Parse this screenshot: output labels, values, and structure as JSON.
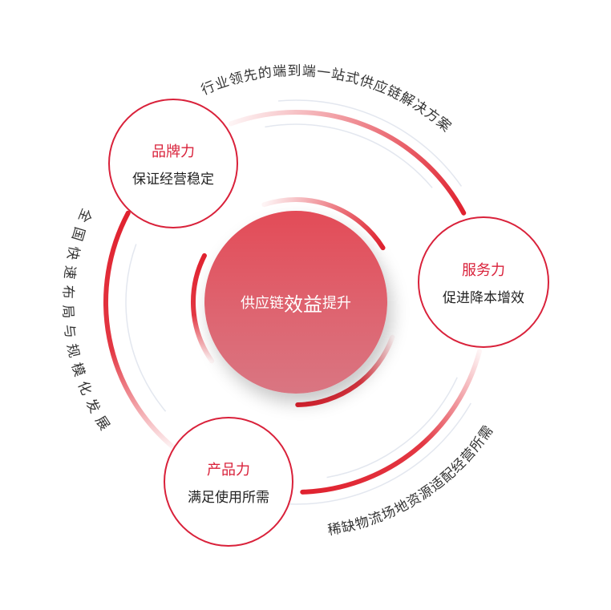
{
  "center": {
    "pre": "供应链",
    "emphasis": "效益",
    "post": "提升"
  },
  "nodes": [
    {
      "title": "品牌力",
      "subtitle": "保证经营稳定"
    },
    {
      "title": "服务力",
      "subtitle": "促进降本增效"
    },
    {
      "title": "产品力",
      "subtitle": "满足使用所需"
    }
  ],
  "arc_texts": {
    "top": "行业领先的端到端一站式供应链解决方案",
    "left": "全国快速布局与规模化发展",
    "bottom": "稀缺物流场地资源适配经营所需"
  },
  "colors": {
    "accent": "#d9213a",
    "arc": "#e0222f"
  }
}
